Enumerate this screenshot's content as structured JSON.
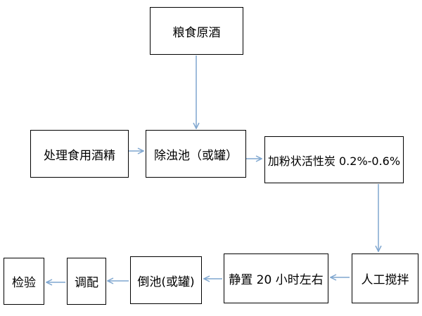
{
  "nodes": {
    "grain_base_liquor": "粮食原酒",
    "treat_edible_alcohol": "处理食用酒精",
    "remove_turbidity_tank": "除浊池（或罐）",
    "add_activated_carbon": "加粉状活性炭 0.2%-0.6%",
    "manual_stirring": "人工搅拌",
    "stand_20_hours": "静置 20 小时左右",
    "pour_tank": "倒池(或罐)",
    "blending": "调配",
    "inspection": "检验"
  },
  "colors": {
    "arrow": "#7fa6cf",
    "box_border": "#000000"
  }
}
